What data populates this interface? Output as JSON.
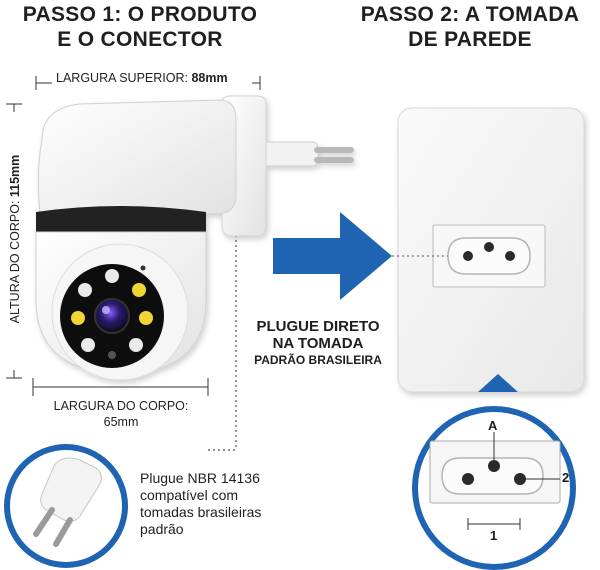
{
  "step1": {
    "line1": "PASSO 1: O PRODUTO",
    "line2": "E O CONECTOR"
  },
  "step2": {
    "line1": "PASSO 2: A TOMADA",
    "line2": "DE PAREDE"
  },
  "dims": {
    "top_width_label": "LARGURA SUPERIOR:",
    "top_width_value": "88mm",
    "body_height_label": "ALTURA DO CORPO:",
    "body_height_value": "115mm",
    "body_width_label": "LARGURA DO CORPO:",
    "body_width_value": "65mm"
  },
  "cta": {
    "line1": "PLUGUE DIRETO",
    "line2": "NA TOMADA",
    "line3": "PADRÃO BRASILEIRA"
  },
  "plug_note": {
    "line1": "Plugue NBR 14136",
    "line2": "compatível com",
    "line3": "tomadas brasileiras",
    "line4": "padrão"
  },
  "socket_labels": {
    "pin_a": "A",
    "pin_2": "2",
    "spacing_1": "1"
  },
  "colors": {
    "arrow": "#1f64b3",
    "text": "#1f1f1f",
    "plate": "#f4f4f4"
  },
  "icons": [
    "camera-lens-icon",
    "plug-icon",
    "socket-icon",
    "arrow-right-icon"
  ]
}
